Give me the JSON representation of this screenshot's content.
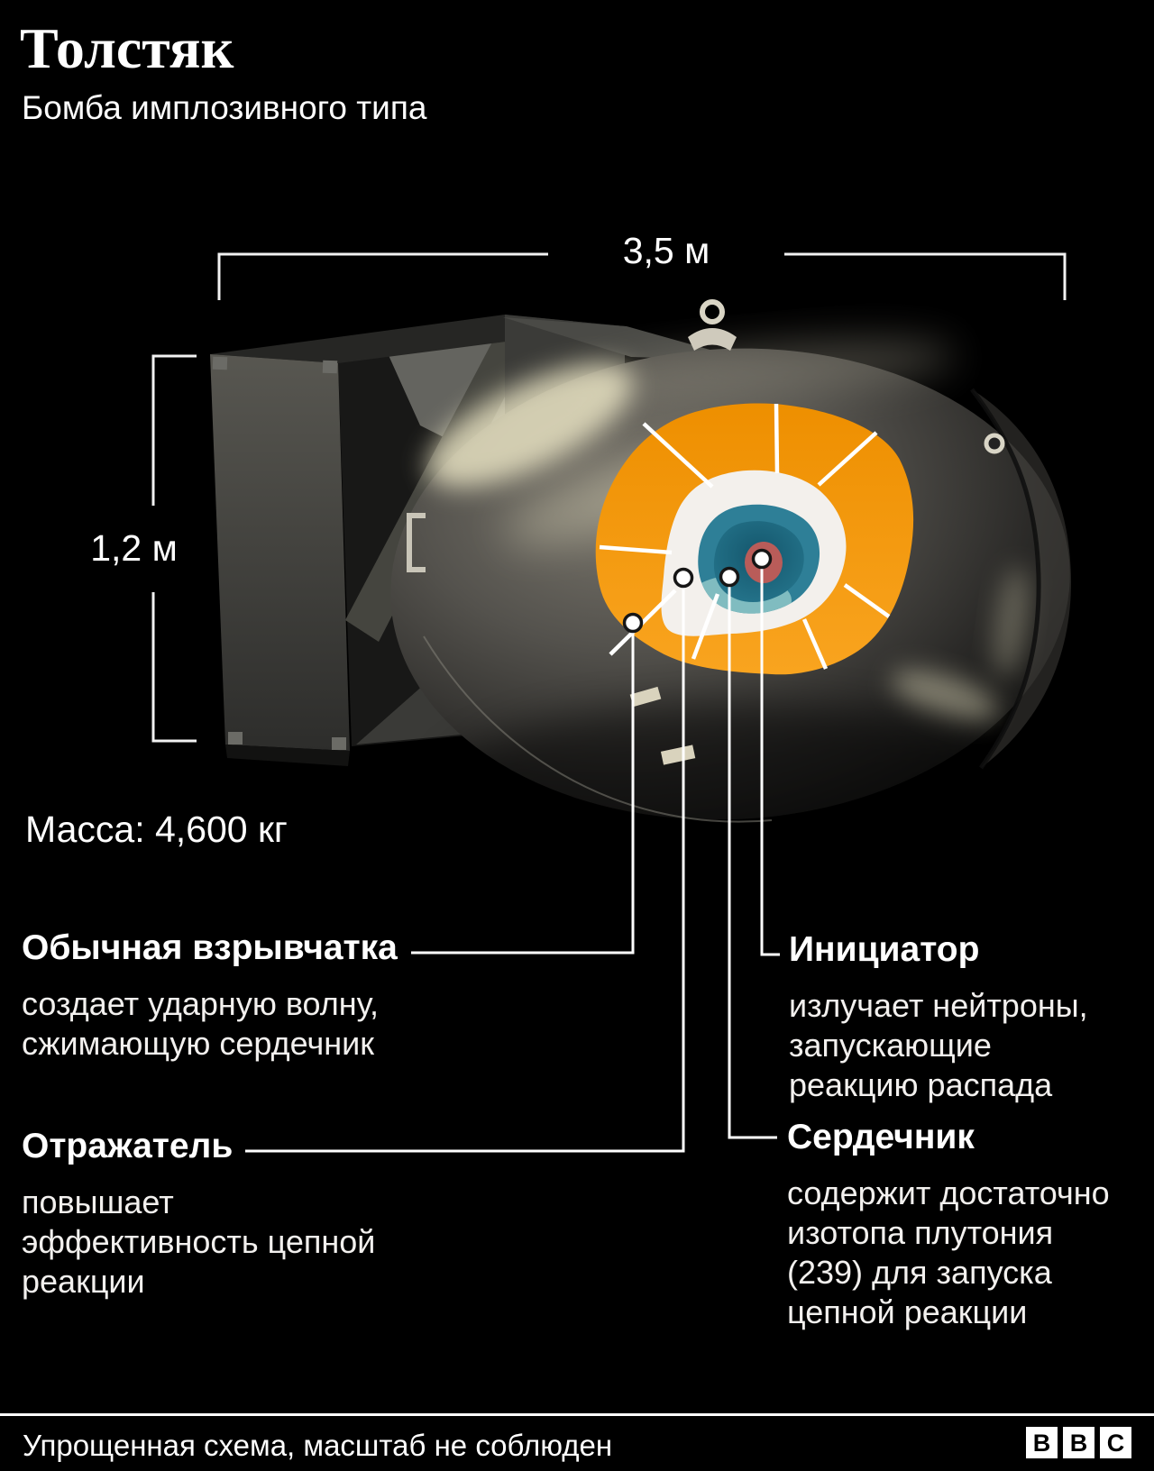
{
  "header": {
    "title": "Толстяк",
    "subtitle": "Бомба имплозивного типа"
  },
  "dimensions": {
    "length": "3,5 м",
    "height": "1,2 м"
  },
  "mass": "Масса: 4,600 кг",
  "callouts": {
    "explosive": {
      "title": "Обычная взрывчатка",
      "desc": [
        "создает ударную волну,",
        "сжимающую сердечник"
      ]
    },
    "initiator": {
      "title": "Инициатор",
      "desc": [
        "излучает нейтроны,",
        "запускающие",
        "реакцию распада"
      ]
    },
    "reflector": {
      "title": "Отражатель",
      "desc": [
        "повышает",
        "эффективность цепной",
        "реакции"
      ]
    },
    "core": {
      "title": "Сердечник",
      "desc": [
        "содержит достаточно",
        "изотопа плутония",
        "(239) для запуска",
        "цепной реакции"
      ]
    }
  },
  "footer": {
    "note": "Упрощенная схема, масштаб не соблюден",
    "logo": [
      "B",
      "B",
      "C"
    ]
  },
  "colors": {
    "background": "#000000",
    "line": "#ffffff",
    "explosive": "#f9a41f",
    "explosive_dark": "#ee8f00",
    "reflector": "#f3f0ec",
    "core_teal": "#2e7f97",
    "core_teal_dark": "#14566c",
    "core_teal_light": "#85c0c2",
    "initiator_red": "#b95c59"
  }
}
